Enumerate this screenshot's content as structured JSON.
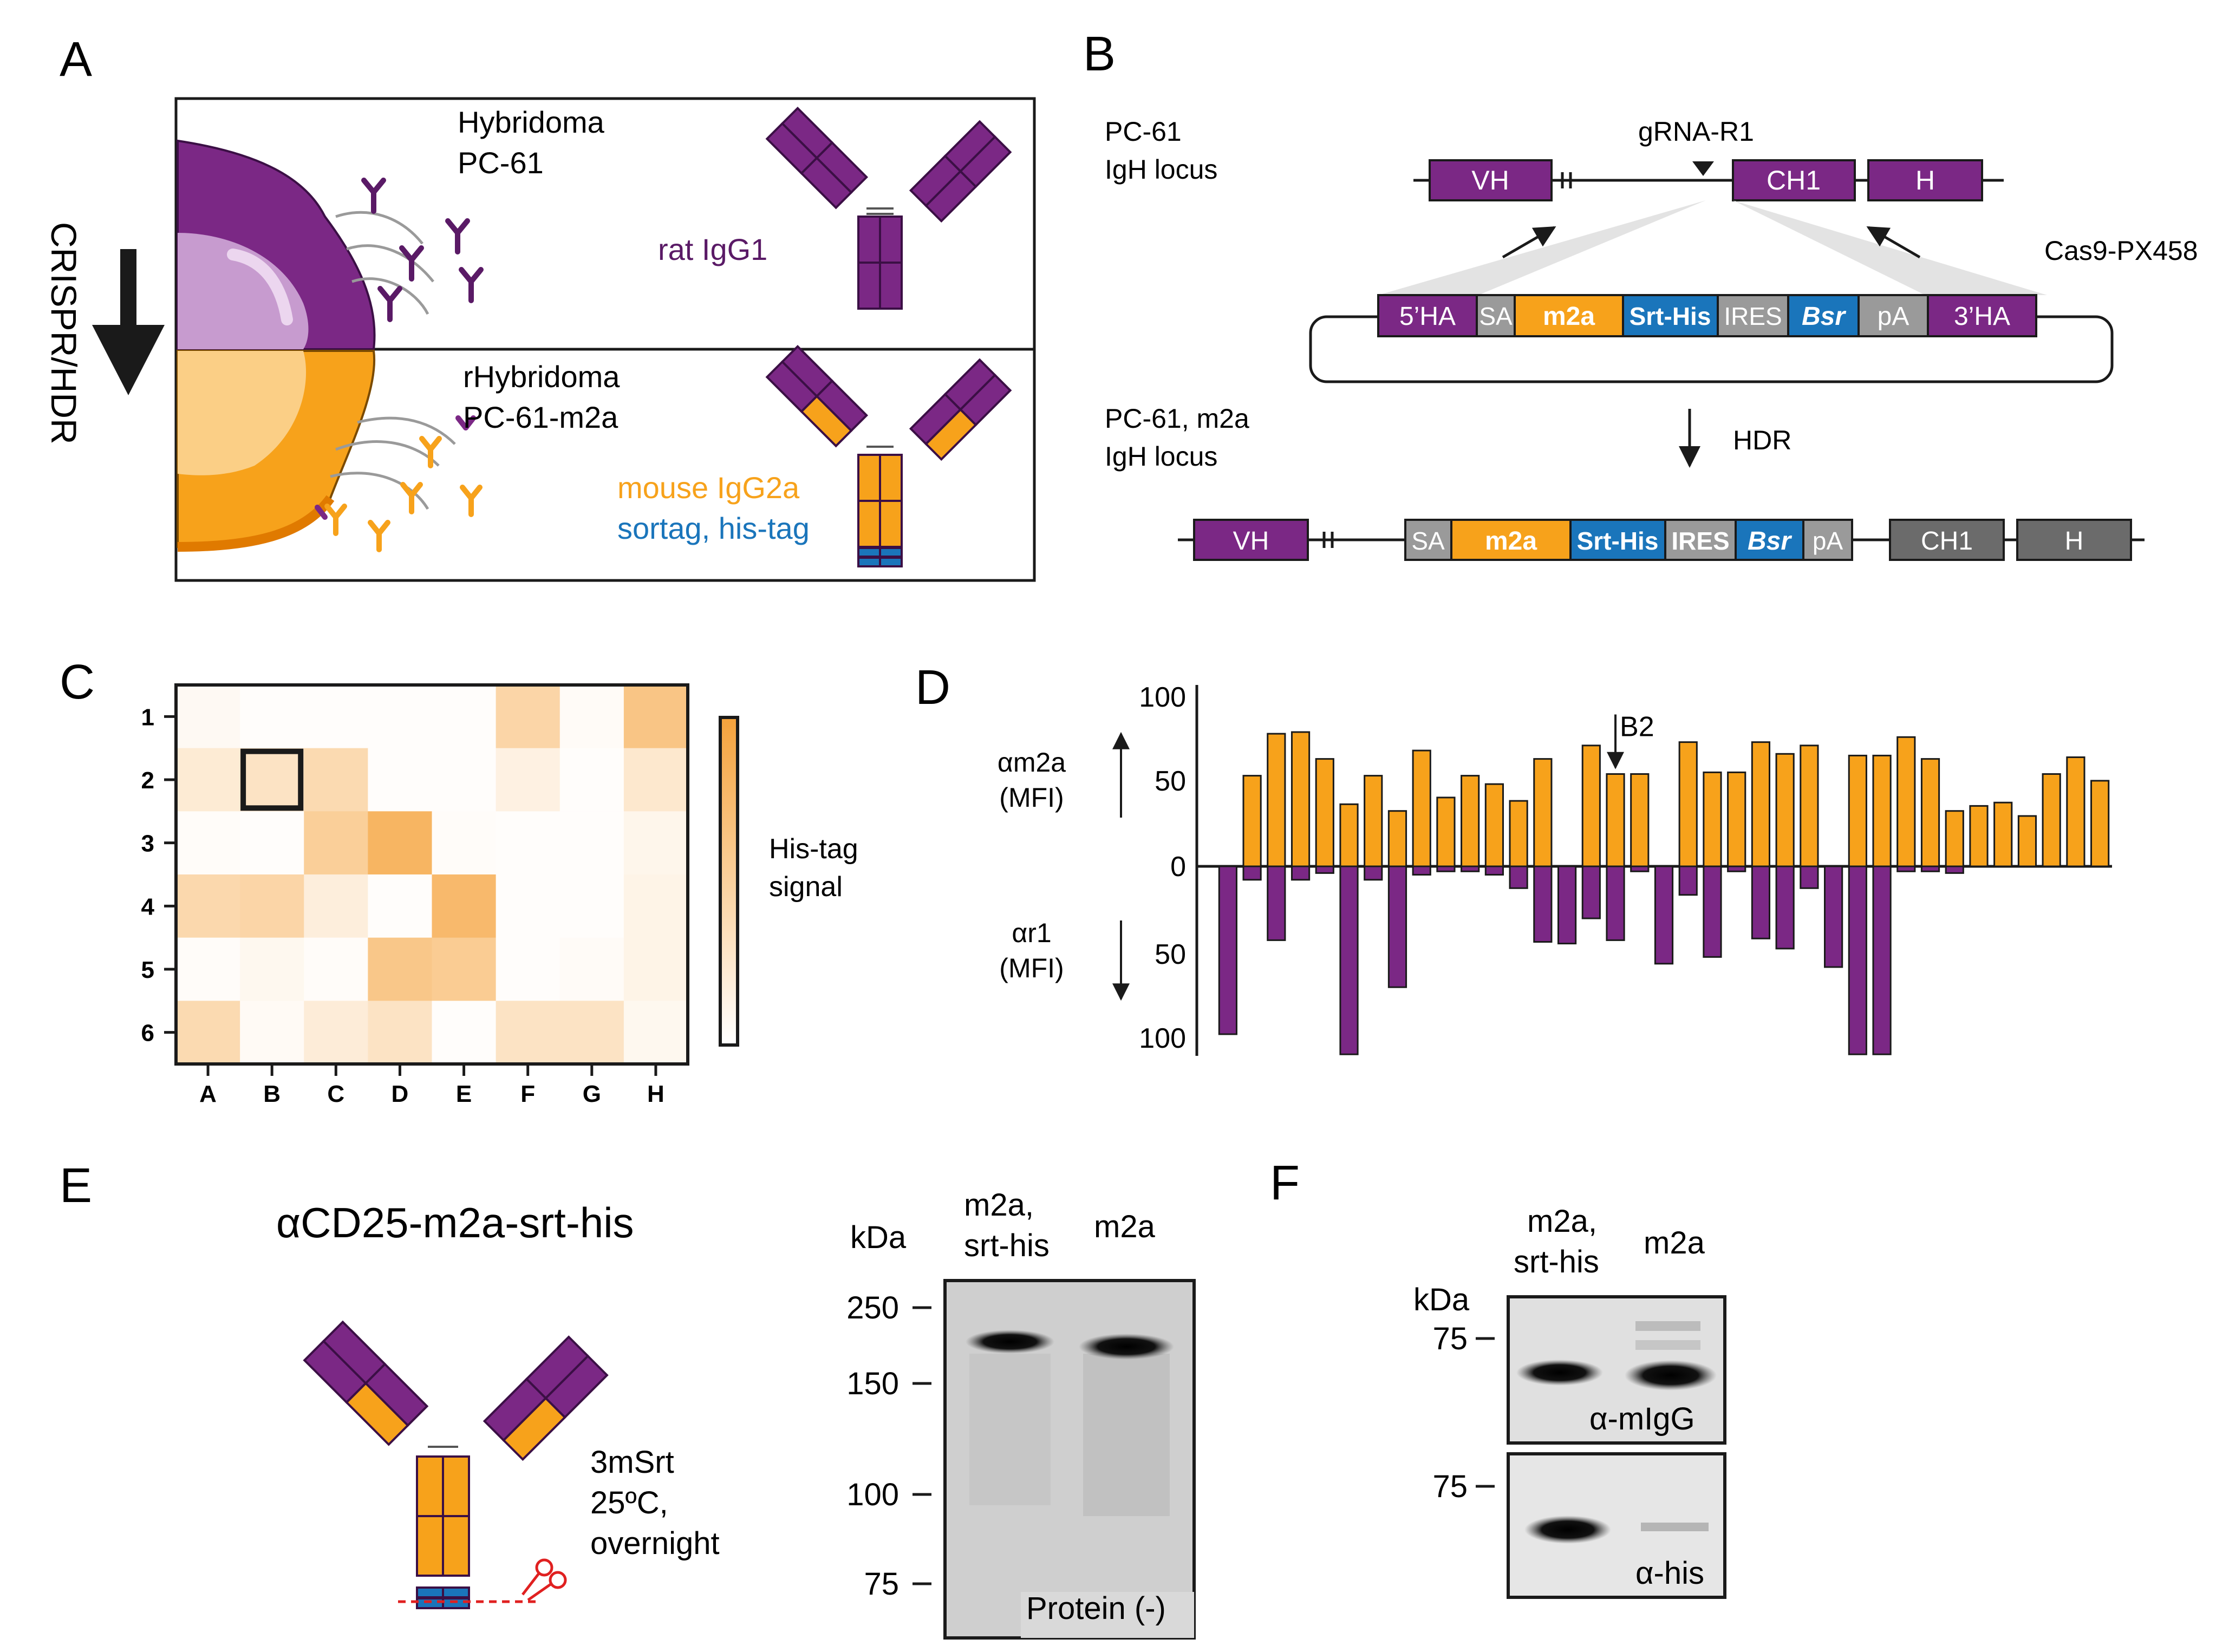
{
  "colors": {
    "purple": "#7b2885",
    "purple_dark": "#5a1a66",
    "orange": "#f7a21b",
    "blue": "#1a75bb",
    "gray": "#9a9a9a",
    "dark_gray": "#6b6b6b",
    "light_purple": "#c79bcf",
    "heat_max": "#f5a23b"
  },
  "panel_a": {
    "label": "A",
    "arrow_label": "CRISPR/HDR",
    "top_cell_line": "Hybridoma",
    "top_cell_id": "PC-61",
    "top_isotype": "rat IgG1",
    "bottom_cell_line": "rHybridoma",
    "bottom_cell_id": "PC-61-m2a",
    "bottom_isotype": "mouse IgG2a",
    "bottom_tags": "sortag, his-tag"
  },
  "panel_b": {
    "label": "B",
    "locus1_name": "PC-61",
    "locus1_sub": "IgH locus",
    "grna": "gRNA-R1",
    "plasmid": "Cas9-PX458",
    "locus2_name": "PC-61, m2a",
    "locus2_sub": "IgH locus",
    "hdr": "HDR",
    "locus1_segments": [
      "VH",
      "CH1",
      "H"
    ],
    "donor_segments": [
      "5’HA",
      "SA",
      "m2a",
      "Srt-His",
      "IRES",
      "Bsr",
      "pA",
      "3’HA"
    ],
    "edited_segments": [
      "VH",
      "SA",
      "m2a",
      "Srt-His",
      "IRES",
      "Bsr",
      "pA",
      "CH1",
      "H"
    ]
  },
  "panel_c": {
    "label": "C",
    "legend_line1": "His-tag",
    "legend_line2": "signal",
    "chart_data": {
      "type": "heatmap",
      "columns": [
        "A",
        "B",
        "C",
        "D",
        "E",
        "F",
        "G",
        "H"
      ],
      "rows": [
        "1",
        "2",
        "3",
        "4",
        "5",
        "6"
      ],
      "values": [
        [
          0.06,
          0.02,
          0.02,
          0.02,
          0.02,
          0.45,
          0.04,
          0.62
        ],
        [
          0.22,
          0.3,
          0.4,
          0.02,
          0.02,
          0.15,
          0.02,
          0.25
        ],
        [
          0.03,
          0.02,
          0.52,
          0.8,
          0.03,
          0.02,
          0.02,
          0.1
        ],
        [
          0.42,
          0.45,
          0.18,
          0.02,
          0.75,
          0.02,
          0.02,
          0.12
        ],
        [
          0.03,
          0.08,
          0.03,
          0.6,
          0.55,
          0.02,
          0.04,
          0.12
        ],
        [
          0.4,
          0.05,
          0.2,
          0.3,
          0.02,
          0.3,
          0.3,
          0.08
        ]
      ],
      "highlight": {
        "row": "2",
        "column": "B"
      }
    }
  },
  "panel_d": {
    "label": "D",
    "top_axis_line1": "αm2a",
    "top_axis_line2": "(MFI)",
    "bottom_axis_line1": "αr1",
    "bottom_axis_line2": "(MFI)",
    "annotation": "B2",
    "chart_data": {
      "type": "bar",
      "yticks_top": [
        "100",
        "50",
        "0"
      ],
      "yticks_bottom": [
        "50",
        "100"
      ],
      "ylim": [
        -100,
        100
      ],
      "annotation_index": 16,
      "series": [
        {
          "color": "orange",
          "values": [
            0,
            54,
            79,
            80,
            64,
            37,
            54,
            33,
            69,
            41,
            54,
            49,
            39,
            64,
            0,
            72,
            55,
            55,
            0,
            74,
            56,
            56,
            74,
            67,
            72,
            0,
            66,
            66,
            77,
            64,
            33,
            36,
            38,
            30,
            55,
            65,
            51
          ]
        },
        {
          "color": "purple",
          "values": [
            100,
            8,
            44,
            8,
            4,
            112,
            8,
            72,
            5,
            3,
            3,
            5,
            13,
            45,
            46,
            31,
            44,
            3,
            58,
            17,
            54,
            3,
            43,
            49,
            13,
            60,
            112,
            112,
            3,
            3,
            4,
            0,
            0,
            0,
            0,
            0,
            0
          ]
        }
      ]
    }
  },
  "panel_e": {
    "label": "E",
    "title": "αCD25-m2a-srt-his",
    "condition_line1": "3mSrt",
    "condition_line2": "25ºC,",
    "condition_line3": "overnight",
    "kda": "kDa",
    "lane1_line1": "m2a,",
    "lane1_line2": "srt-his",
    "lane2": "m2a",
    "markers": [
      "250",
      "150",
      "100",
      "75"
    ],
    "blot_label": "Protein (-)"
  },
  "panel_f": {
    "label": "F",
    "kda": "kDa",
    "lane1_line1": "m2a,",
    "lane1_line2": "srt-his",
    "lane2": "m2a",
    "marker_top": "75",
    "marker_bottom": "75",
    "blot1_label": "α-mIgG",
    "blot2_label": "α-his"
  }
}
